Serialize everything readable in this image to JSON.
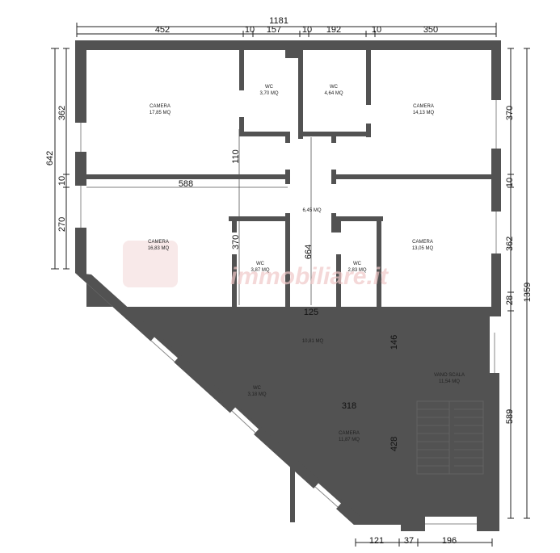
{
  "rooms": [
    {
      "id": "camera-nw",
      "name": "CAMERA",
      "area": "17,85 MQ"
    },
    {
      "id": "wc-1",
      "name": "WC",
      "area": "3,70 MQ"
    },
    {
      "id": "wc-2",
      "name": "WC",
      "area": "4,64 MQ"
    },
    {
      "id": "camera-ne",
      "name": "CAMERA",
      "area": "14,13 MQ"
    },
    {
      "id": "corridor-upper",
      "name": "",
      "area": "6,45 MQ"
    },
    {
      "id": "camera-w",
      "name": "CAMERA",
      "area": "16,83 MQ"
    },
    {
      "id": "wc-3",
      "name": "WC",
      "area": "3,87 MQ"
    },
    {
      "id": "wc-4",
      "name": "WC",
      "area": "2,83 MQ"
    },
    {
      "id": "camera-e",
      "name": "CAMERA",
      "area": "13,05 MQ"
    },
    {
      "id": "corridor-lower",
      "name": "",
      "area": "10,81 MQ"
    },
    {
      "id": "wc-5",
      "name": "WC",
      "area": "3,18 MQ"
    },
    {
      "id": "camera-s",
      "name": "CAMERA",
      "area": "11,87 MQ"
    },
    {
      "id": "stairwell",
      "name": "VANO SCALA",
      "area": "11,54 MQ"
    }
  ],
  "dimensions": {
    "top_total": "1181",
    "top_segments": [
      "452",
      "10",
      "157",
      "10",
      "192",
      "10",
      "350"
    ],
    "left_total": "642",
    "left_segments": [
      "362",
      "10",
      "270"
    ],
    "right_segments": [
      "370",
      "10",
      "362",
      "28",
      "589"
    ],
    "right_total": "1359",
    "bottom_segments": [
      "121",
      "37",
      "196"
    ],
    "internal": [
      "110",
      "588",
      "370",
      "664",
      "125",
      "146",
      "318",
      "428"
    ]
  },
  "watermark": {
    "text": "immobiliare.it"
  }
}
